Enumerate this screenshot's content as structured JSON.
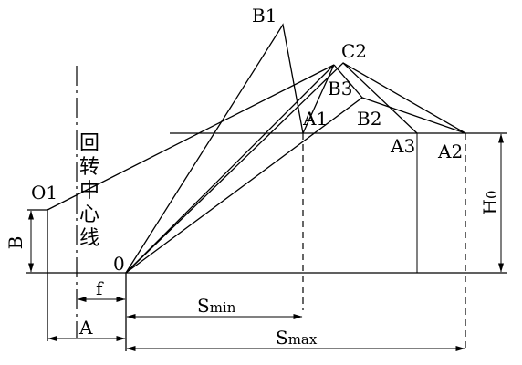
{
  "labels": {
    "b1": "B1",
    "c2": "C2",
    "b3": "B3",
    "a1": "A1",
    "b2": "B2",
    "a3": "A3",
    "a2": "A2",
    "o1": "O1",
    "o": "0",
    "b": "B",
    "f": "f",
    "a": "A",
    "smin_main": "S",
    "smin_sub": "min",
    "smax_main": "S",
    "smax_sub": "max",
    "h0_main": "H",
    "h0_sub": "0"
  },
  "axis_label_chars": [
    "回",
    "转",
    "中",
    "心",
    "线"
  ]
}
